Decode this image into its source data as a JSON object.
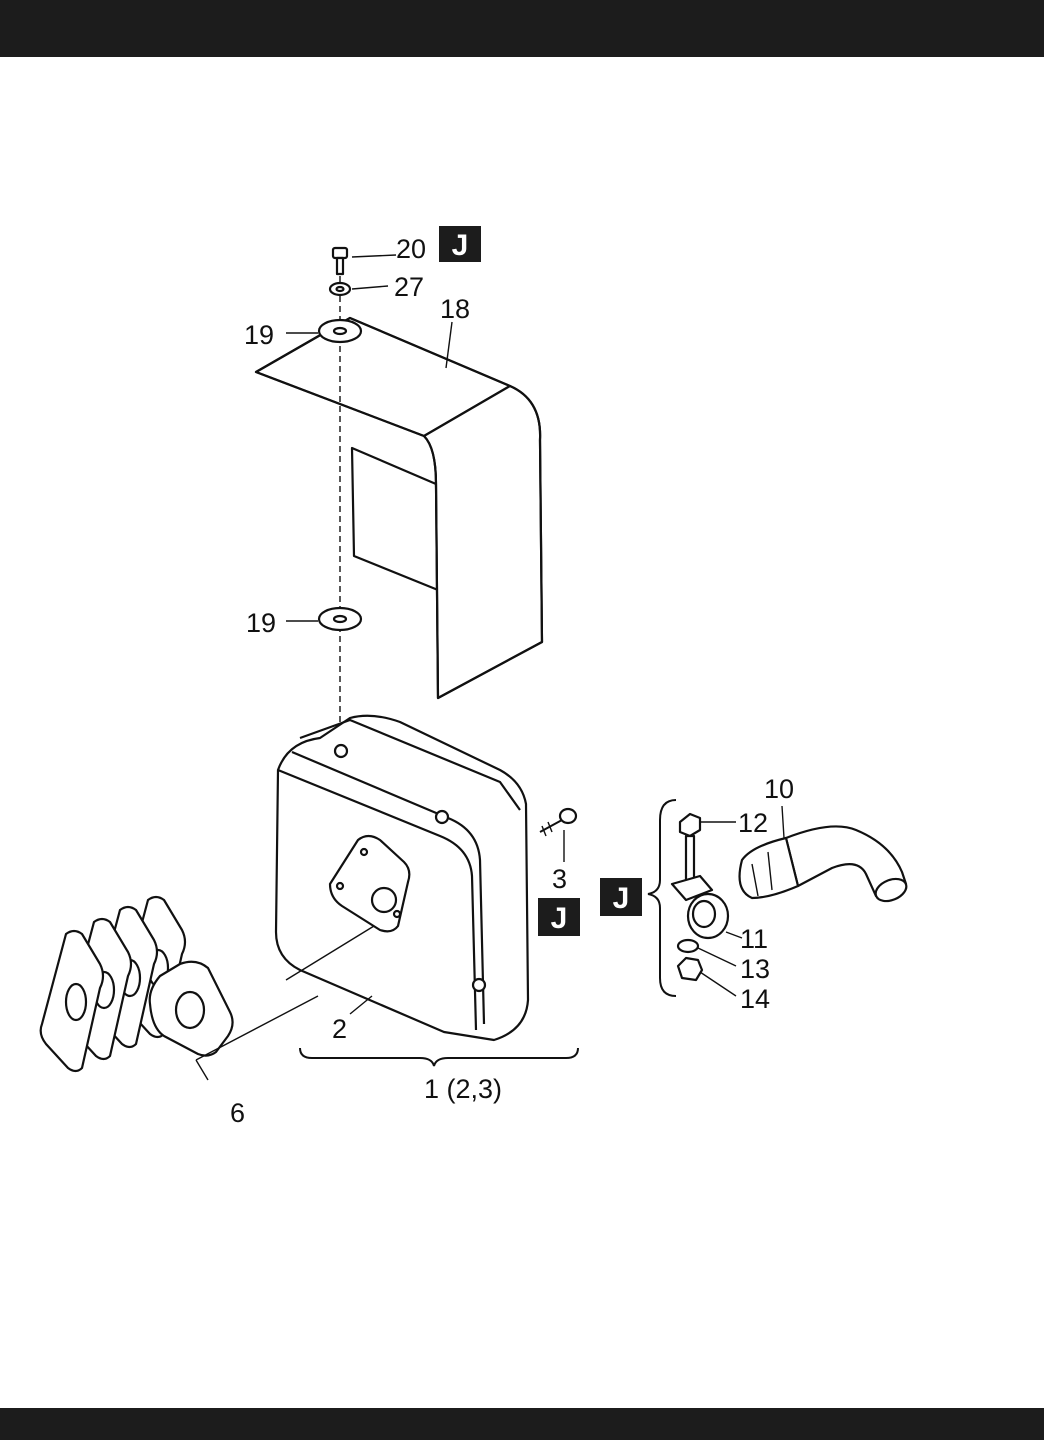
{
  "labels": {
    "l20": "20",
    "l27": "27",
    "l18": "18",
    "l19a": "19",
    "l19b": "19",
    "l3": "3",
    "l2": "2",
    "l1": "1 (2,3)",
    "l6": "6",
    "l10": "10",
    "l12": "12",
    "l11": "11",
    "l13": "13",
    "l14": "14"
  },
  "badge_letter": "J",
  "colors": {
    "bars": "#1c1c1c",
    "ink": "#111111"
  }
}
